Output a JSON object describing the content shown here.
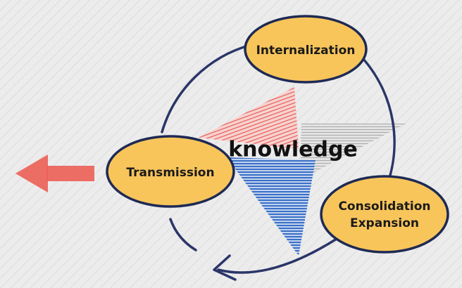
{
  "diagram": {
    "center_label": "knowledge",
    "nodes": {
      "internalization": {
        "label": "Internalization"
      },
      "transmission": {
        "label": "Transmission"
      },
      "consolidation": {
        "line1": "Consolidation",
        "line2": "Expansion"
      }
    },
    "colors": {
      "background": "#ececec",
      "node_fill": "#f8c55b",
      "node_stroke": "#1e2a55",
      "cycle_stroke": "#2a3568",
      "arrow_red": "#ec5f55",
      "wedge_red": "#ea5b56",
      "wedge_blue": "#3a6fc7",
      "wedge_gray": "#a8a8a8"
    },
    "icons": {
      "cycle_arrow": "curved-arrow-icon",
      "output_arrow": "left-arrow-icon"
    }
  }
}
